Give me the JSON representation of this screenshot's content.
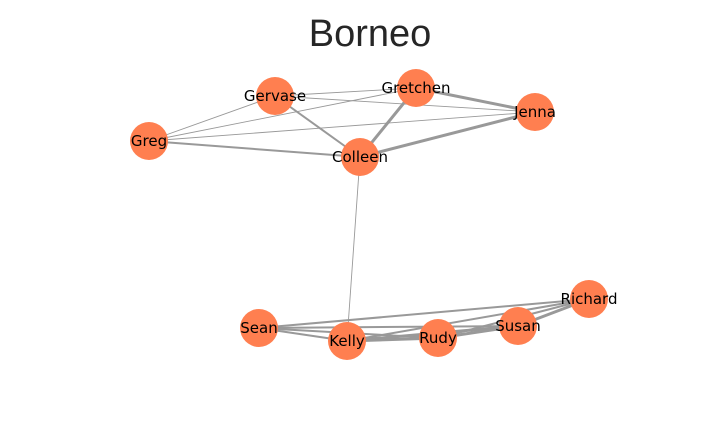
{
  "title": "Borneo",
  "colors": {
    "node": "#FF7F50",
    "edge": "#999999",
    "title": "#262626",
    "label": "#000000",
    "background": "#ffffff"
  },
  "nodes": [
    {
      "id": "gervase",
      "label": "Gervase"
    },
    {
      "id": "gretchen",
      "label": "Gretchen"
    },
    {
      "id": "jenna",
      "label": "Jenna"
    },
    {
      "id": "greg",
      "label": "Greg"
    },
    {
      "id": "colleen",
      "label": "Colleen"
    },
    {
      "id": "richard",
      "label": "Richard"
    },
    {
      "id": "sean",
      "label": "Sean"
    },
    {
      "id": "kelly",
      "label": "Kelly"
    },
    {
      "id": "rudy",
      "label": "Rudy"
    },
    {
      "id": "susan",
      "label": "Susan"
    }
  ],
  "edges": [
    {
      "source": "greg",
      "target": "gervase",
      "weight": 1
    },
    {
      "source": "greg",
      "target": "gretchen",
      "weight": 1
    },
    {
      "source": "greg",
      "target": "jenna",
      "weight": 1
    },
    {
      "source": "greg",
      "target": "colleen",
      "weight": 2
    },
    {
      "source": "gervase",
      "target": "gretchen",
      "weight": 1
    },
    {
      "source": "gervase",
      "target": "jenna",
      "weight": 1
    },
    {
      "source": "gervase",
      "target": "colleen",
      "weight": 2
    },
    {
      "source": "gretchen",
      "target": "jenna",
      "weight": 3
    },
    {
      "source": "gretchen",
      "target": "colleen",
      "weight": 3
    },
    {
      "source": "jenna",
      "target": "colleen",
      "weight": 3
    },
    {
      "source": "colleen",
      "target": "kelly",
      "weight": 1
    },
    {
      "source": "sean",
      "target": "kelly",
      "weight": 2
    },
    {
      "source": "sean",
      "target": "rudy",
      "weight": 2
    },
    {
      "source": "sean",
      "target": "susan",
      "weight": 2
    },
    {
      "source": "sean",
      "target": "richard",
      "weight": 2
    },
    {
      "source": "kelly",
      "target": "rudy",
      "weight": 3
    },
    {
      "source": "kelly",
      "target": "susan",
      "weight": 3
    },
    {
      "source": "kelly",
      "target": "richard",
      "weight": 2
    },
    {
      "source": "rudy",
      "target": "susan",
      "weight": 3
    },
    {
      "source": "rudy",
      "target": "richard",
      "weight": 2
    },
    {
      "source": "susan",
      "target": "richard",
      "weight": 3
    }
  ]
}
